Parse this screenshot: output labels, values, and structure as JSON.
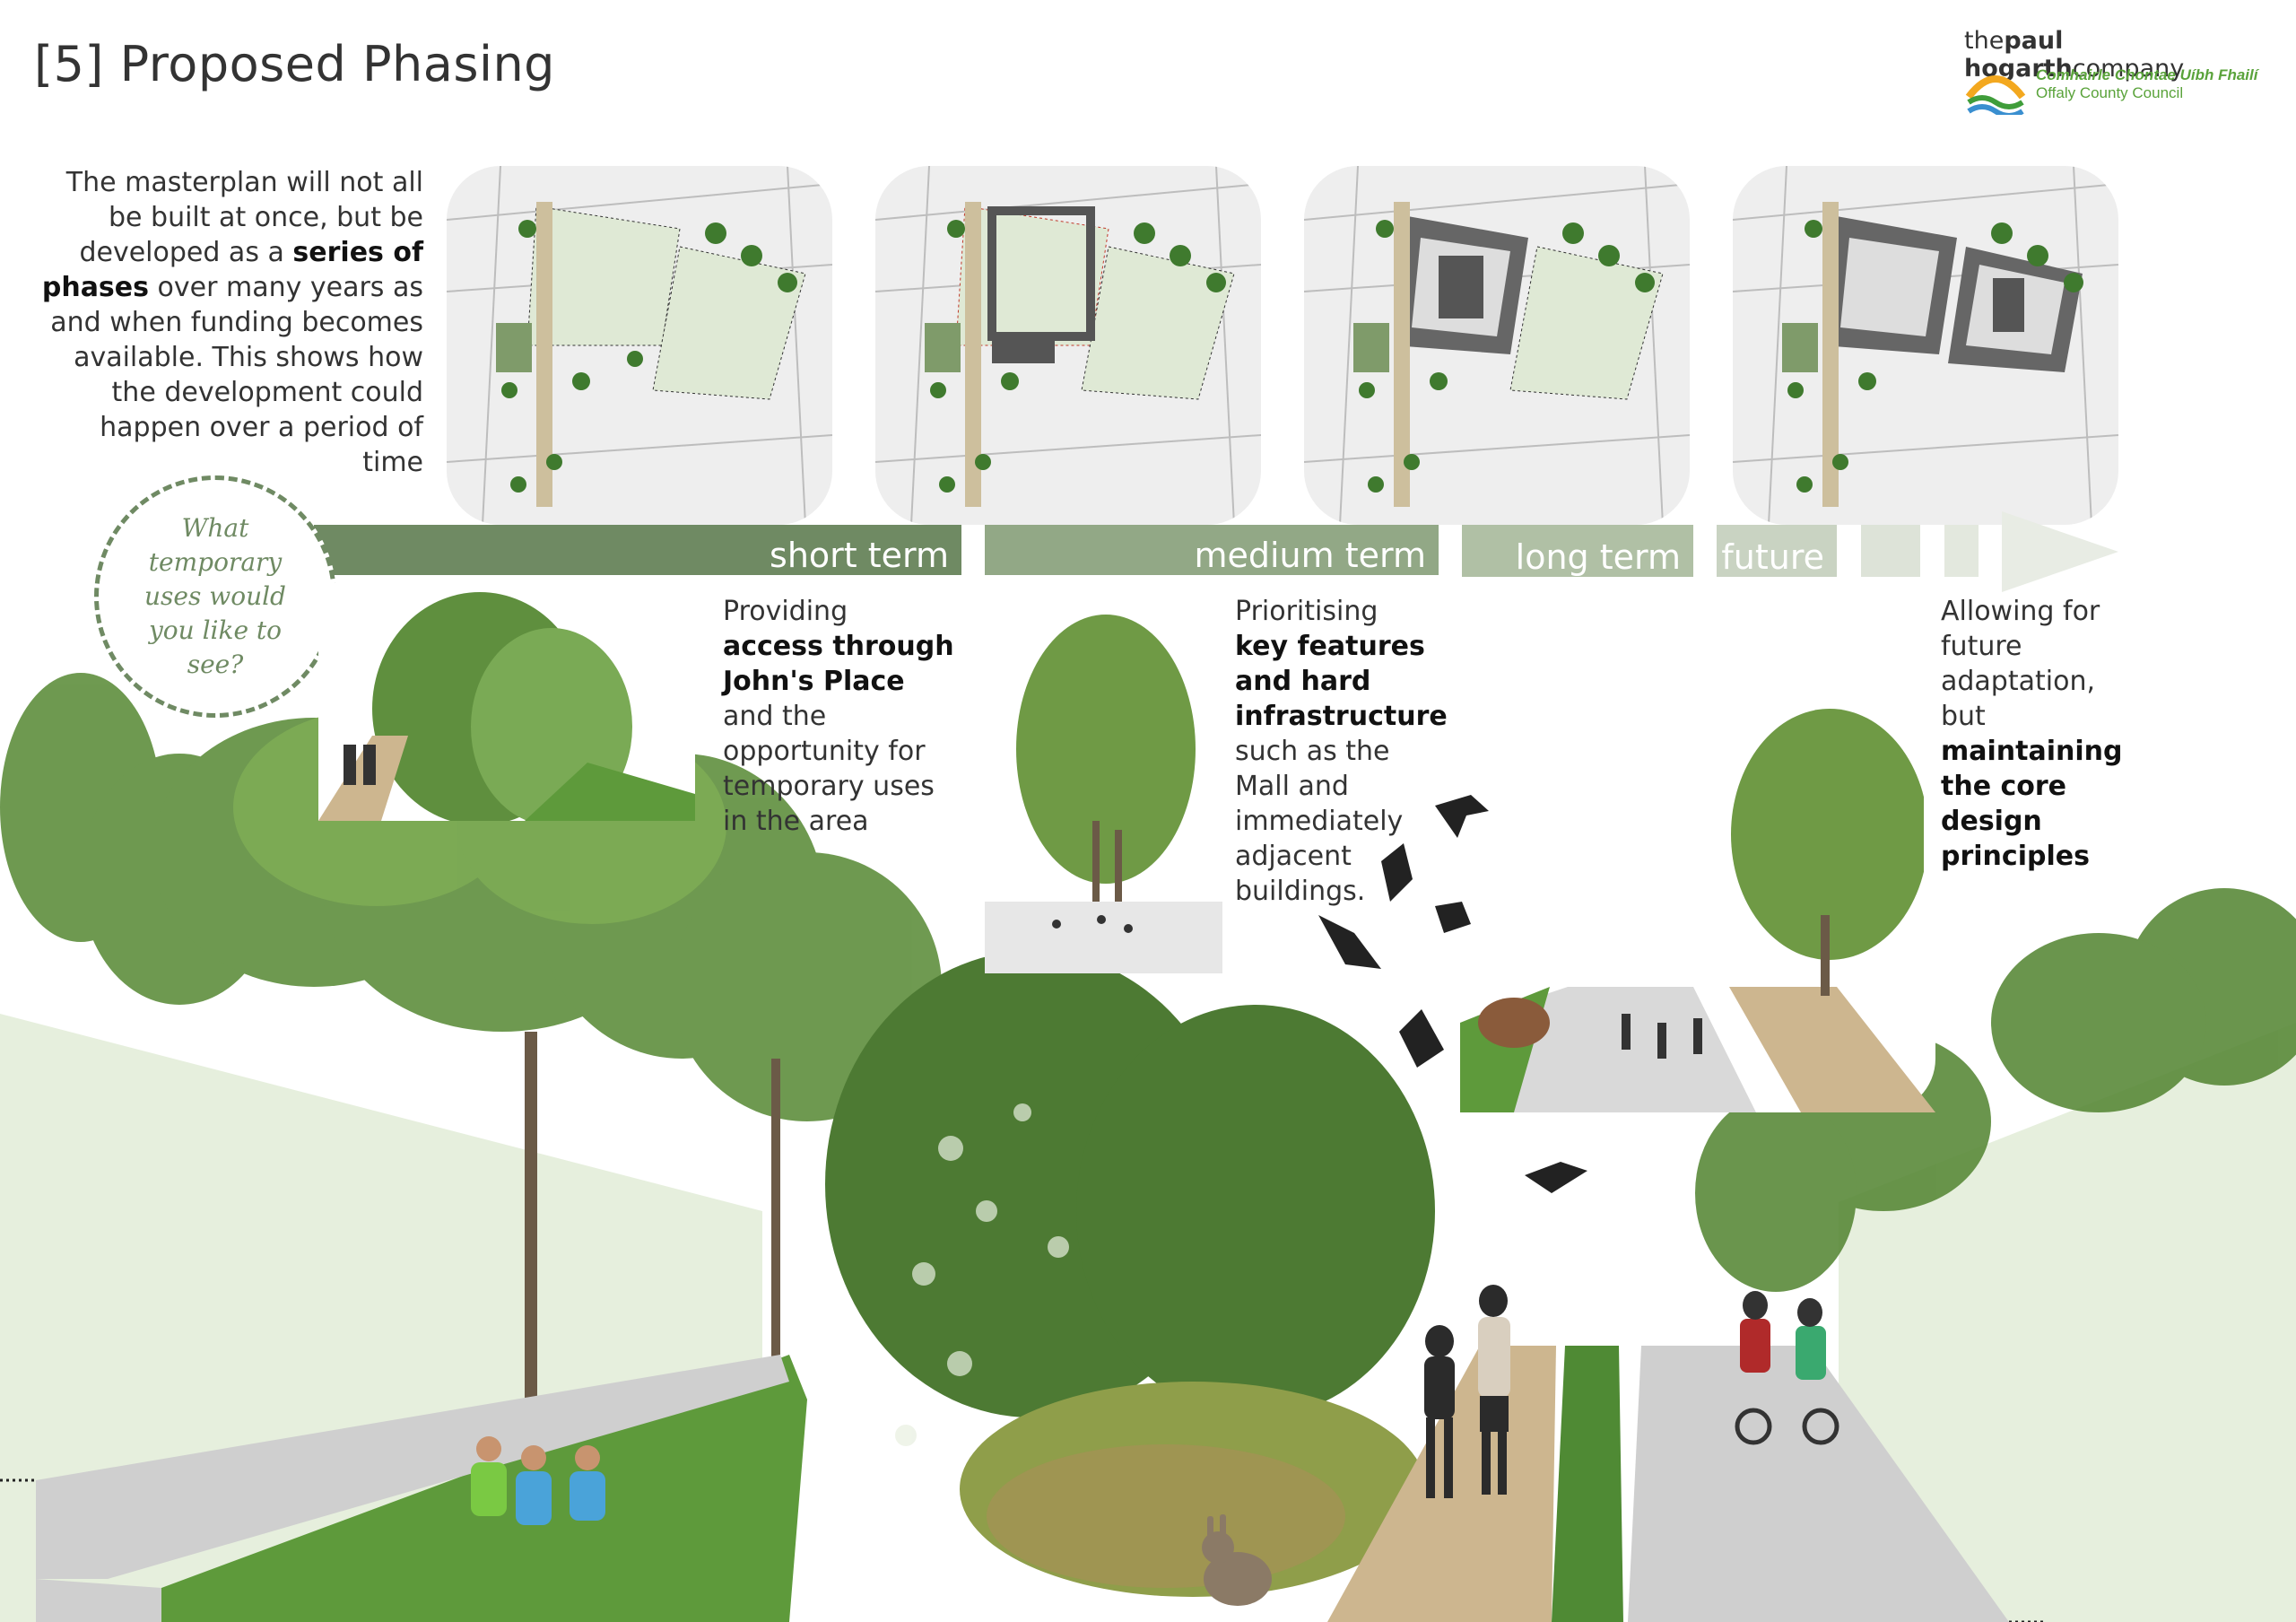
{
  "page": {
    "title": "[5] Proposed Phasing"
  },
  "logo": {
    "company_prefix": "the",
    "company_bold": "paul hogarth",
    "company_suffix": "company",
    "council_irish": "Comhairle Chontae Uíbh Fhailí",
    "council_english": "Offaly County Council"
  },
  "intro": {
    "part1": "The masterplan will not all be built at once, but be developed as a ",
    "bold": "series of phases",
    "part2": " over many years as and when funding becomes available. This shows how the development could happen over a period of time"
  },
  "question_circle": {
    "text": "What temporary uses would you like to see?"
  },
  "timeline": {
    "short": "short term",
    "medium": "medium term",
    "long": "long term",
    "future": "future"
  },
  "phases": {
    "short": {
      "pre": "Providing ",
      "bold": "access through John's Place",
      "post": " and the opportunity for temporary uses in the area"
    },
    "medium": {
      "pre": "Prioritising ",
      "bold": "key features and hard infrastructure",
      "post": " such as the Mall and immediately adjacent buildings."
    },
    "future": {
      "pre": "Allowing for future adaptation, but ",
      "bold": "maintaining the core design principles",
      "post": ""
    }
  },
  "colors": {
    "bar_dark": "#6f8a63",
    "bar_mid": "#92a886",
    "bar_light": "#b0c0a5",
    "bar_lighter": "#c9d3c2",
    "bar_faint": "#dde3d8",
    "green_dark": "#3f6b2c",
    "green_mid": "#6c9a4a",
    "green_light": "#a9c98a",
    "path_beige": "#cdb68f",
    "pale_green": "#e4eedb",
    "paving": "#c8c8c8"
  }
}
